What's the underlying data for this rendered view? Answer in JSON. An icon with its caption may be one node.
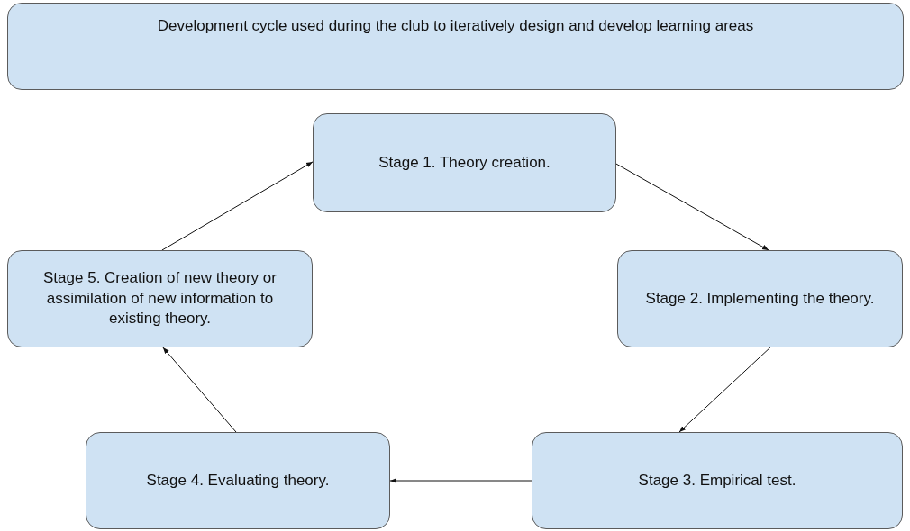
{
  "diagram": {
    "nodes": [
      {
        "text": [
          "Development cycle used during the club to iteratively design and develop learning areas"
        ]
      },
      {
        "text": [
          "Stage 1. Theory creation."
        ]
      },
      {
        "text": [
          "Stage 2. Implementing the theory."
        ]
      },
      {
        "text": [
          "Stage 3. Empirical test."
        ]
      },
      {
        "text": [
          "Stage 4. Evaluating theory."
        ]
      },
      {
        "text": [
          "Stage 5. Creation of new theory or assimilation of new information to existing theory."
        ]
      }
    ],
    "edges": [
      {
        "from": 1,
        "to": 2,
        "arrow": "to"
      },
      {
        "from": 2,
        "to": 3,
        "arrow": "to"
      },
      {
        "from": 3,
        "to": 4,
        "arrow": "to"
      },
      {
        "from": 4,
        "to": 5,
        "arrow": "to"
      },
      {
        "from": 5,
        "to": 1,
        "arrow": "to"
      }
    ]
  }
}
